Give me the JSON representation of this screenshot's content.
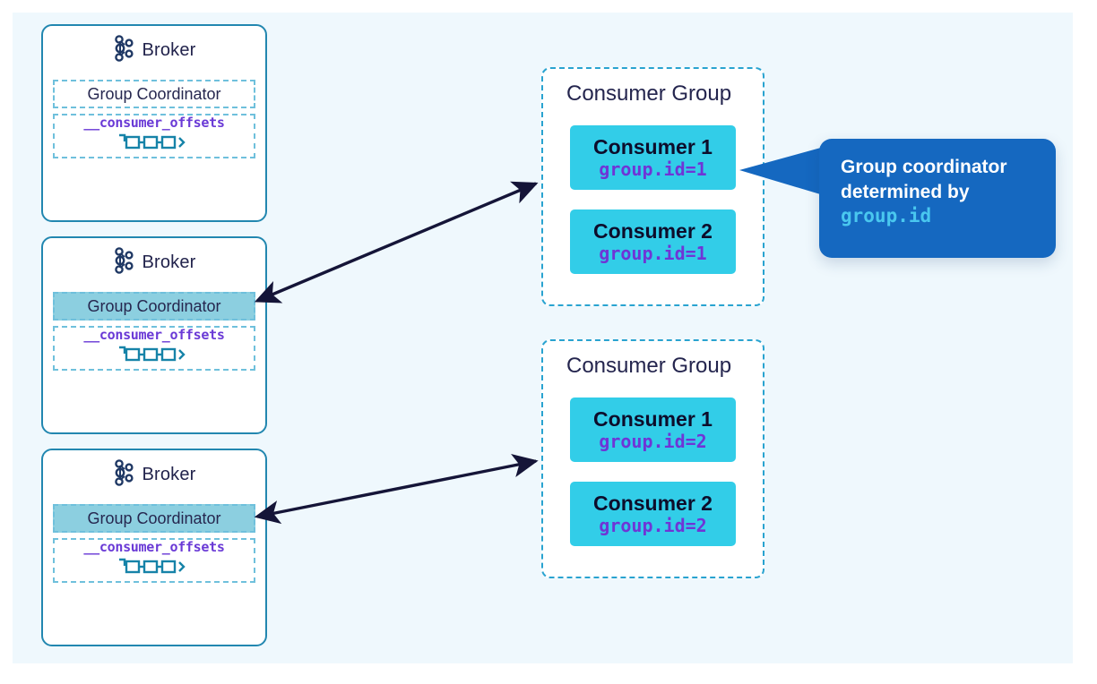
{
  "canvas": {
    "background": "#eff8fd"
  },
  "palette": {
    "navy_text": "#22234c",
    "purple_mono": "#6a3ad6",
    "teal_border": "#2287b0",
    "dashed_teal": "#6fc0dc",
    "coordinator_fill": "#8ccfe0",
    "consumer_cyan": "#32cde8",
    "callout_blue": "#1568c0",
    "callout_code_cyan": "#49c7ef",
    "arrow_navy": "#151538",
    "group_dash": "#29a3d0"
  },
  "brokers": [
    {
      "title": "Broker",
      "icon": "kafka-logo-icon",
      "coordinator": {
        "label": "Group Coordinator",
        "highlighted": false
      },
      "offsets": {
        "label": "__consumer_offsets",
        "icon": "partition-log-icon"
      }
    },
    {
      "title": "Broker",
      "icon": "kafka-logo-icon",
      "coordinator": {
        "label": "Group Coordinator",
        "highlighted": true
      },
      "offsets": {
        "label": "__consumer_offsets",
        "icon": "partition-log-icon"
      }
    },
    {
      "title": "Broker",
      "icon": "kafka-logo-icon",
      "coordinator": {
        "label": "Group Coordinator",
        "highlighted": true
      },
      "offsets": {
        "label": "__consumer_offsets",
        "icon": "partition-log-icon"
      }
    }
  ],
  "consumer_groups": [
    {
      "title": "Consumer Group",
      "consumers": [
        {
          "name": "Consumer 1",
          "group_id": "group.id=1"
        },
        {
          "name": "Consumer 2",
          "group_id": "group.id=1"
        }
      ]
    },
    {
      "title": "Consumer Group",
      "consumers": [
        {
          "name": "Consumer 1",
          "group_id": "group.id=2"
        },
        {
          "name": "Consumer 2",
          "group_id": "group.id=2"
        }
      ]
    }
  ],
  "callout": {
    "line1": "Group coordinator",
    "line2": "determined by",
    "code": "group.id",
    "tail_direction": "left"
  },
  "connectors": [
    {
      "from": "broker-2-coordinator",
      "to": "consumer-group-1",
      "style": "double-headed-arrow"
    },
    {
      "from": "broker-3-coordinator",
      "to": "consumer-group-2",
      "style": "double-headed-arrow"
    }
  ]
}
